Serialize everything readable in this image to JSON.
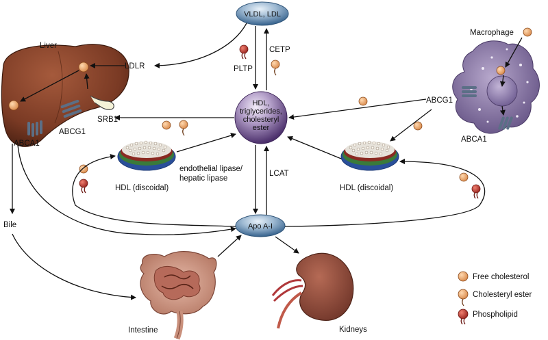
{
  "nodes": {
    "vldl": "VLDL, LDL",
    "hdl_center": [
      "HDL,",
      "triglycerides,",
      "cholesteryl",
      "ester"
    ],
    "apoa1": "Apo A-I"
  },
  "labels": {
    "liver": "Liver",
    "ldlr": "LDLR",
    "srb1": "SRB1",
    "abcg1_liver": "ABCG1",
    "abca1_liver": "ABCA1",
    "cetp": "CETP",
    "pltp": "PLTP",
    "macrophage": "Macrophage",
    "abcg1_macro": "ABCG1",
    "abca1_macro": "ABCA1",
    "hdl_disc_left": "HDL (discoidal)",
    "hdl_disc_right": "HDL (discoidal)",
    "endothelial": [
      "endothelial lipase/",
      "hepatic lipase"
    ],
    "lcat": "LCAT",
    "bile": "Bile",
    "intestine": "Intestine",
    "kidneys": "Kidneys"
  },
  "legend": [
    {
      "label": "Free cholesterol",
      "icon": "free-cholesterol-icon",
      "color": "#e8a468"
    },
    {
      "label": "Cholesteryl ester",
      "icon": "cholesteryl-ester-icon",
      "color": "#e8a468"
    },
    {
      "label": "Phospholipid",
      "icon": "phospholipid-icon",
      "color": "#b5312b"
    }
  ],
  "colors": {
    "liver": "#7a3a24",
    "node_blue": "#3d6f9e",
    "hdl_purple": "#5b3e7a",
    "macrophage": "#7d6a9a",
    "kidney": "#8a4a3a",
    "intestine": "#c98a78",
    "cholesterol": "#e8a468",
    "phospholipid": "#b5312b"
  }
}
